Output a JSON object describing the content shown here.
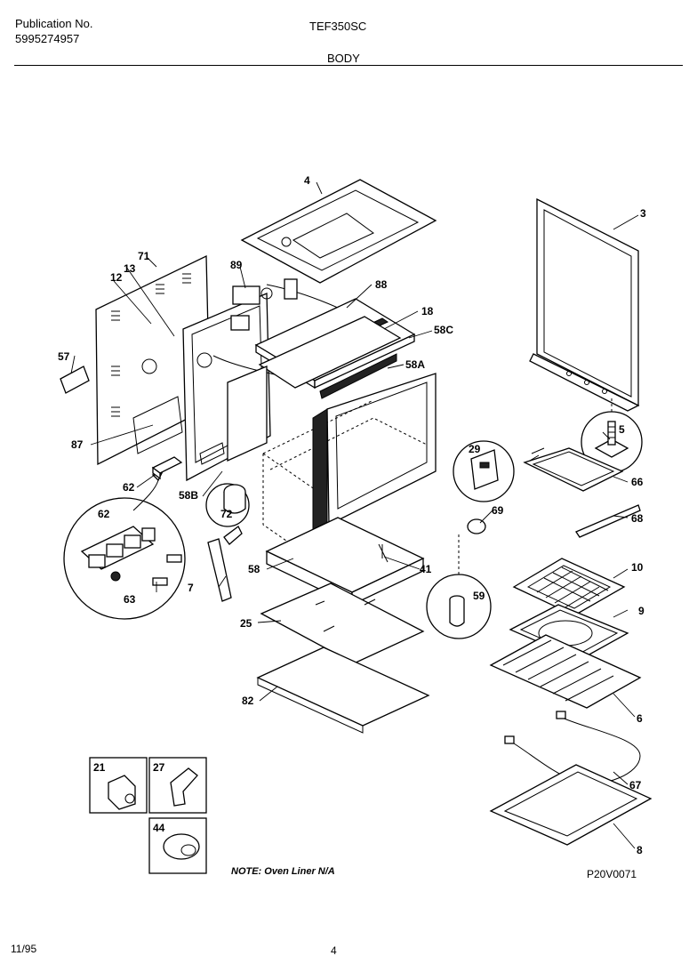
{
  "header": {
    "publication_label": "Publication No.",
    "publication_number": "5995274957",
    "model": "TEF350SC",
    "section": "BODY"
  },
  "note": "NOTE: Oven Liner N/A",
  "diagram_code": "P20V0071",
  "footer": {
    "date": "11/95",
    "page": "4"
  },
  "callouts": {
    "p3": "3",
    "p4": "4",
    "p5": "5",
    "p6": "6",
    "p7": "7",
    "p8": "8",
    "p9": "9",
    "p10": "10",
    "p12": "12",
    "p13": "13",
    "p18": "18",
    "p21": "21",
    "p25": "25",
    "p27": "27",
    "p29": "29",
    "p41": "41",
    "p44": "44",
    "p57": "57",
    "p58": "58",
    "p58a": "58A",
    "p58b": "58B",
    "p58c": "58C",
    "p59": "59",
    "p62a": "62",
    "p62b": "62",
    "p63": "63",
    "p66": "66",
    "p67": "67",
    "p68": "68",
    "p69": "69",
    "p71": "71",
    "p72": "72",
    "p82": "82",
    "p87": "87",
    "p88": "88",
    "p89": "89"
  }
}
